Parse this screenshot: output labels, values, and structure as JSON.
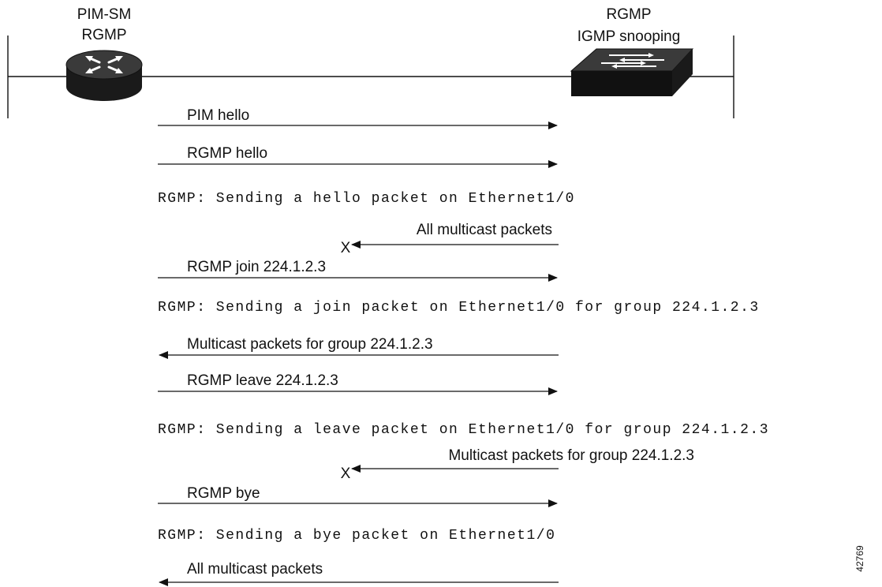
{
  "devices": {
    "router": {
      "label_line1": "PIM-SM",
      "label_line2": "RGMP",
      "icon": "router-icon"
    },
    "switch": {
      "label_line1": "RGMP",
      "label_line2": "IGMP snooping",
      "icon": "switch-icon"
    }
  },
  "messages": [
    {
      "text": "PIM hello",
      "direction": "right",
      "blocked": false
    },
    {
      "text": "RGMP hello",
      "direction": "right",
      "blocked": false
    },
    {
      "text": "All multicast packets",
      "direction": "left",
      "blocked": true
    },
    {
      "text": "RGMP join 224.1.2.3",
      "direction": "right",
      "blocked": false
    },
    {
      "text": "Multicast packets for group 224.1.2.3",
      "direction": "left",
      "blocked": false
    },
    {
      "text": "RGMP leave 224.1.2.3",
      "direction": "right",
      "blocked": false
    },
    {
      "text": "Multicast packets for group 224.1.2.3",
      "direction": "left",
      "blocked": true
    },
    {
      "text": "RGMP bye",
      "direction": "right",
      "blocked": false
    },
    {
      "text": "All multicast packets",
      "direction": "left",
      "blocked": false
    }
  ],
  "console": [
    "RGMP: Sending a hello packet on Ethernet1/0",
    "RGMP: Sending a join packet on Ethernet1/0 for group 224.1.2.3",
    "RGMP: Sending a leave packet on Ethernet1/0 for group 224.1.2.3",
    "RGMP: Sending a bye packet on Ethernet1/0"
  ],
  "blocked_mark": "X",
  "figure_id": "42769"
}
